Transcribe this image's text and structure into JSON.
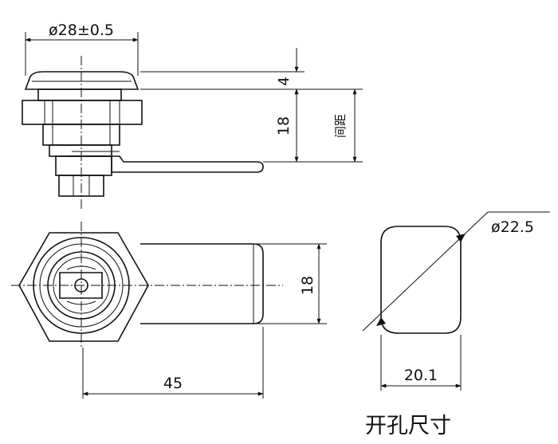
{
  "drawing": {
    "front_view": {
      "diameter": "ø28±0.5",
      "flange_height": "4",
      "thread_length": "18",
      "spacing_label": "间距"
    },
    "top_view": {
      "cam_length": "45",
      "cam_width": "18"
    },
    "cutout": {
      "diameter": "ø22.5",
      "width": "20.1",
      "caption": "开孔尺寸"
    }
  }
}
